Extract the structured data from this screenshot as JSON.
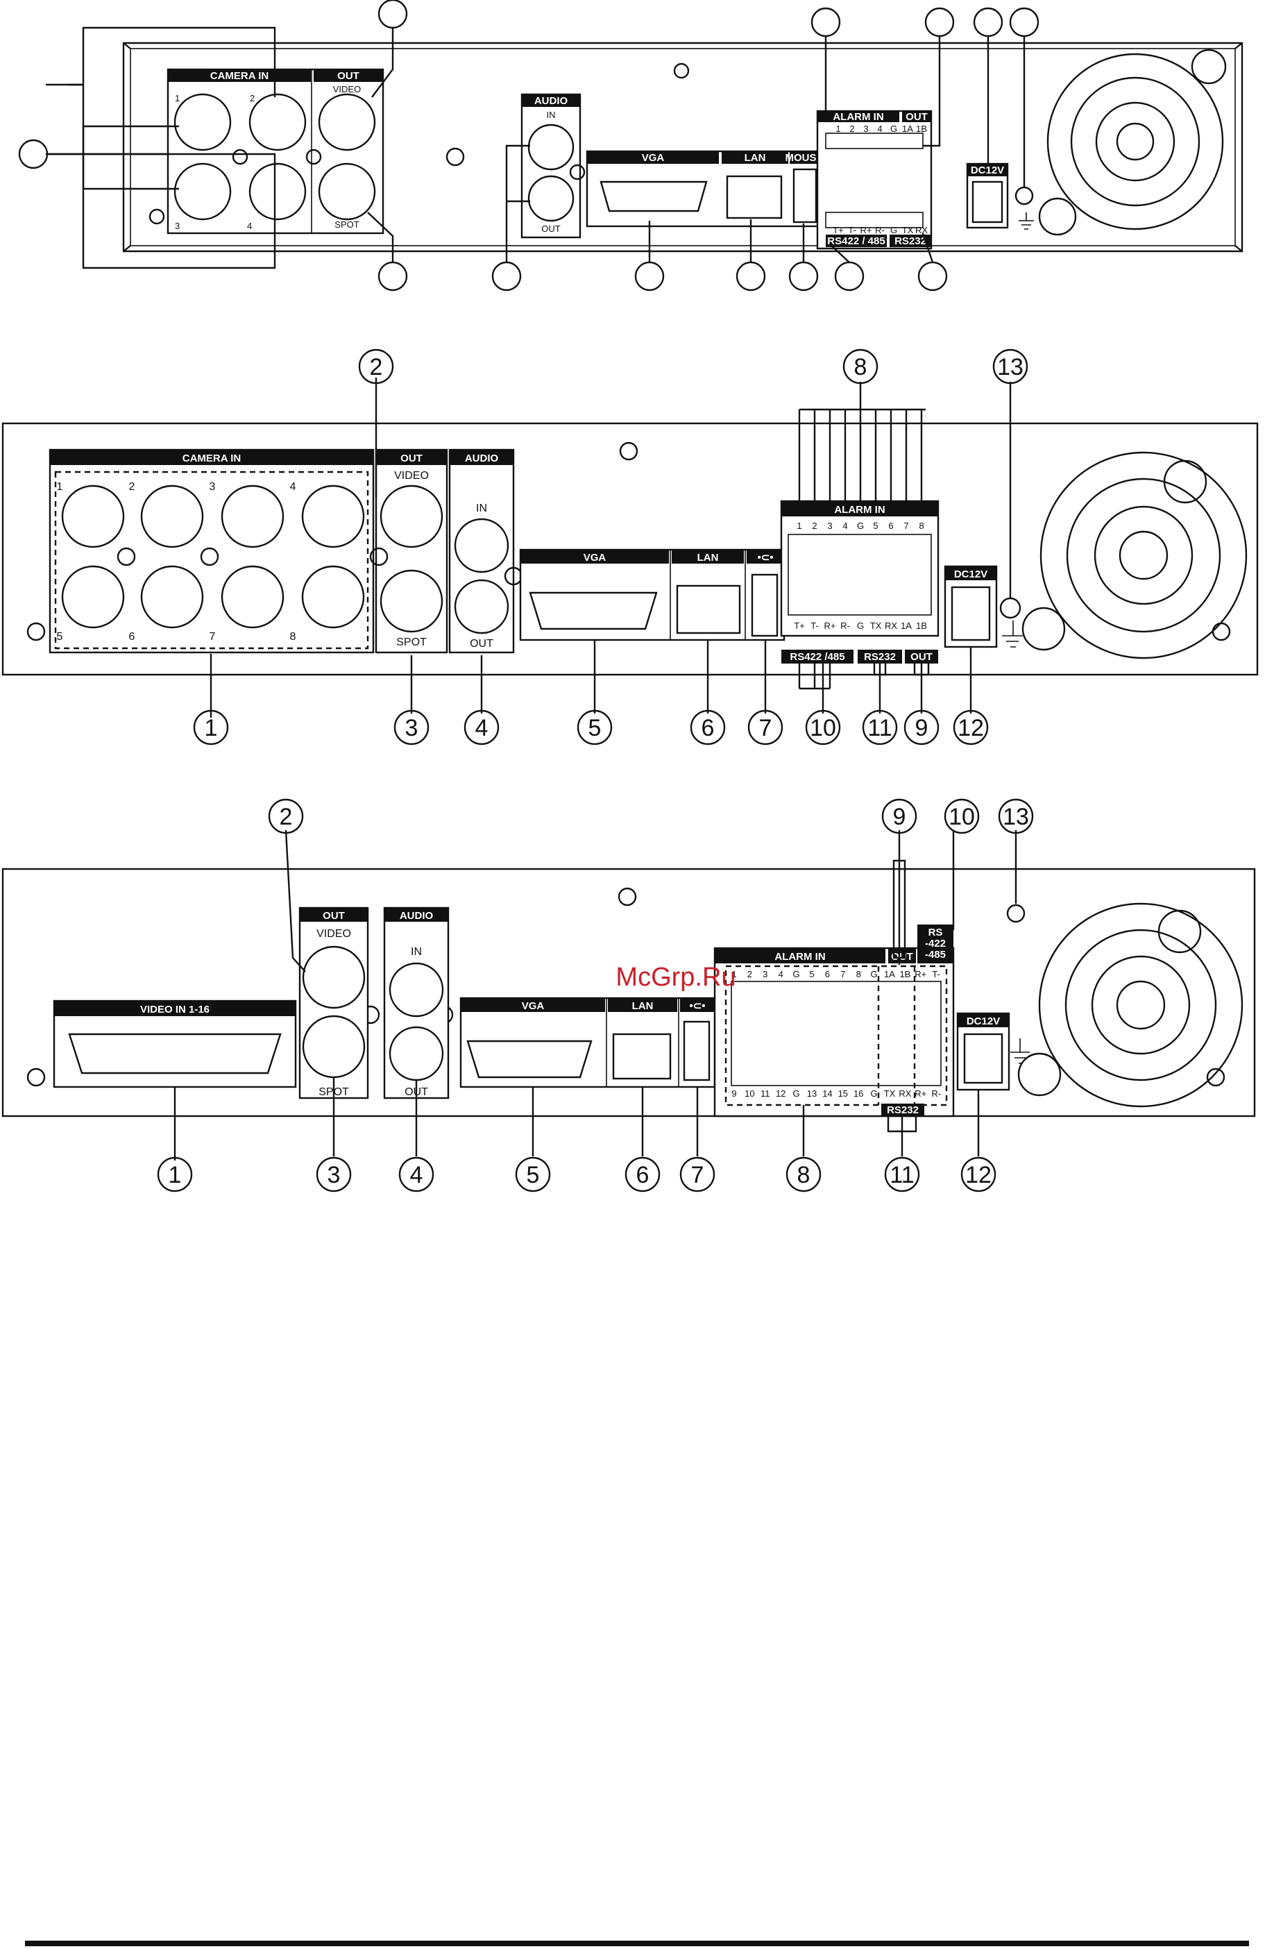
{
  "watermark": "McGrp.Ru",
  "top": {
    "camera_in": "CAMERA IN",
    "out": "OUT",
    "video": "VIDEO",
    "spot": "SPOT",
    "audio": "AUDIO",
    "in": "IN",
    "audio_out": "OUT",
    "vga": "VGA",
    "lan": "LAN",
    "mouse": "MOUSE",
    "alarm_in": "ALARM IN",
    "alarm_out": "OUT",
    "pins_top": [
      "1",
      "2",
      "3",
      "4",
      "G",
      "1A",
      "1B"
    ],
    "pins_bottom": [
      "T+",
      "T-",
      "R+",
      "R-",
      "G",
      "TX",
      "RX"
    ],
    "rs422": "RS422 / 485",
    "rs232": "RS232",
    "dc": "DC12V",
    "cam_nums": [
      "1",
      "2",
      "3",
      "4"
    ]
  },
  "mid": {
    "camera_in": "CAMERA IN",
    "cam_nums": [
      "1",
      "2",
      "3",
      "4",
      "5",
      "6",
      "7",
      "8"
    ],
    "out": "OUT",
    "video": "VIDEO",
    "spot": "SPOT",
    "audio": "AUDIO",
    "in": "IN",
    "audio_out": "OUT",
    "vga": "VGA",
    "lan": "LAN",
    "alarm_in": "ALARM IN",
    "pins_top": [
      "1",
      "2",
      "3",
      "4",
      "G",
      "5",
      "6",
      "7",
      "8"
    ],
    "pins_bottom": [
      "T+",
      "T-",
      "R+",
      "R-",
      "G",
      "TX",
      "RX",
      "1A",
      "1B"
    ],
    "rs422": "RS422 /485",
    "rs232": "RS232",
    "alarm_out": "OUT",
    "dc": "DC12V",
    "callouts": [
      "1",
      "2",
      "3",
      "4",
      "5",
      "6",
      "7",
      "8",
      "9",
      "10",
      "11",
      "12",
      "13"
    ]
  },
  "bot": {
    "video_in": "VIDEO IN  1-16",
    "out": "OUT",
    "video": "VIDEO",
    "spot": "SPOT",
    "audio": "AUDIO",
    "in": "IN",
    "audio_out": "OUT",
    "vga": "VGA",
    "lan": "LAN",
    "alarm_in": "ALARM IN",
    "alarm_out": "OUT",
    "rs": "RS",
    "rs422": "-422",
    "rs485": "-485",
    "pins_top": [
      "1",
      "2",
      "3",
      "4",
      "G",
      "5",
      "6",
      "7",
      "8",
      "G",
      "1A",
      "1B",
      "R+",
      "T-"
    ],
    "pins_bottom": [
      "9",
      "10",
      "11",
      "12",
      "G",
      "13",
      "14",
      "15",
      "16",
      "G",
      "TX",
      "RX",
      "R+",
      "R-"
    ],
    "rs232": "RS232",
    "dc": "DC12V",
    "callouts": [
      "1",
      "2",
      "3",
      "4",
      "5",
      "6",
      "7",
      "8",
      "9",
      "10",
      "11",
      "12",
      "13"
    ]
  }
}
